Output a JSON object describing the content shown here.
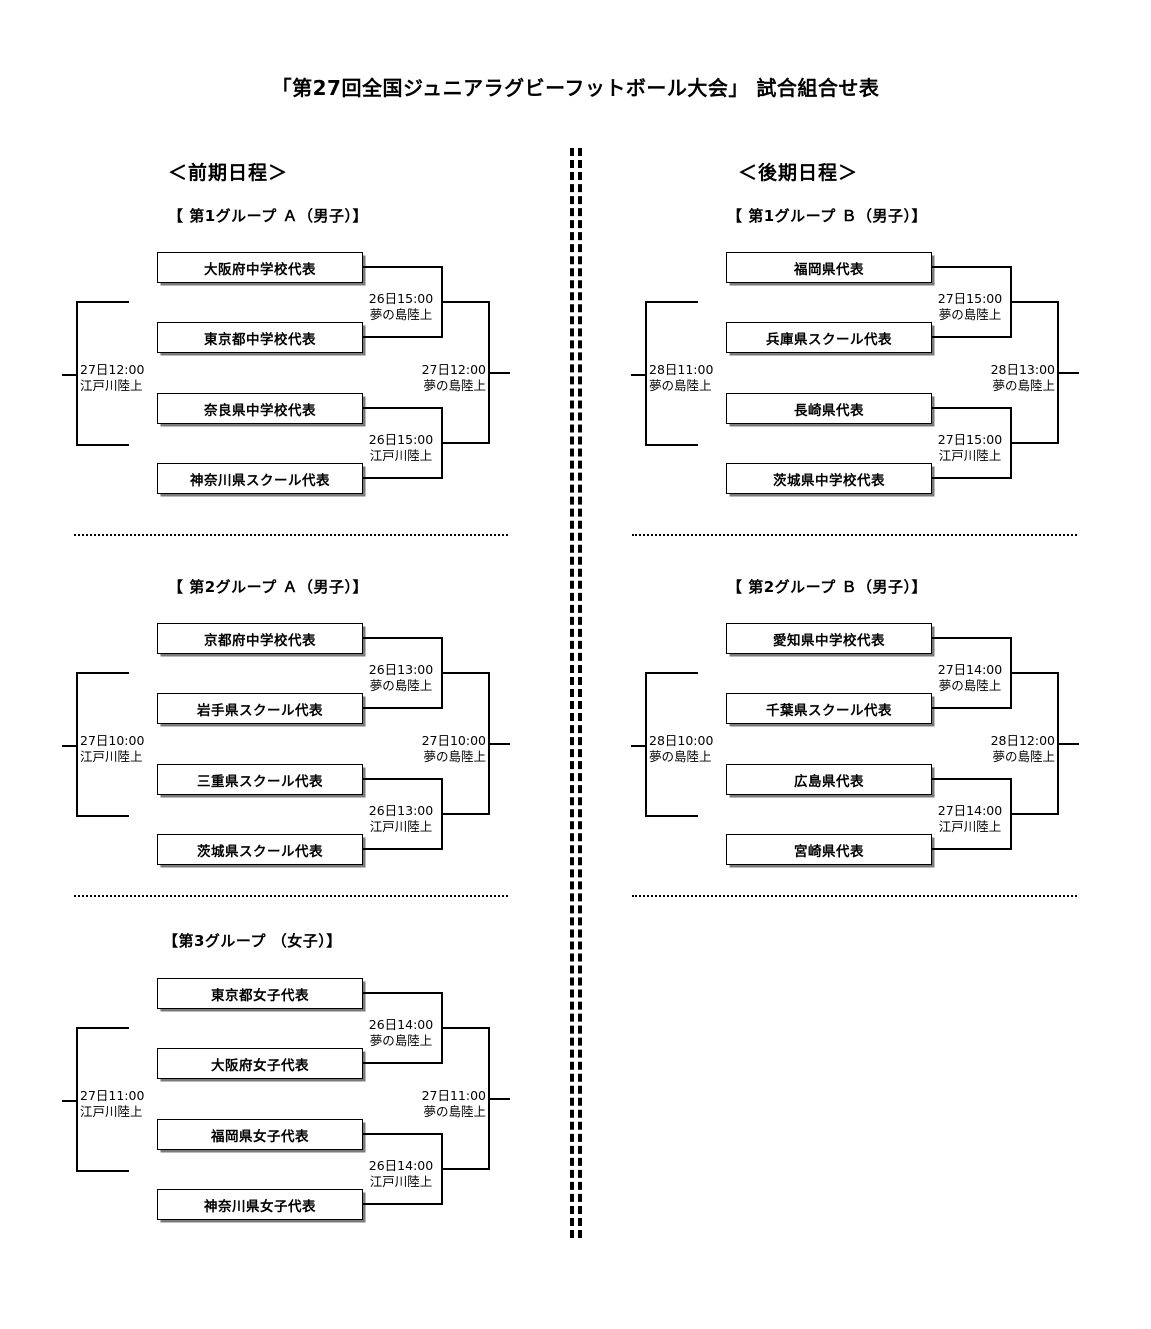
{
  "document": {
    "title": "「第27回全国ジュニアラグビーフットボール大会」 試合組合せ表"
  },
  "columns": [
    {
      "heading": "＜前期日程＞",
      "groups": [
        {
          "title": "【 第1グループ Ａ（男子）】",
          "teams": [
            "大阪府中学校代表",
            "東京都中学校代表",
            "奈良県中学校代表",
            "神奈川県スクール代表"
          ],
          "semifinals": [
            {
              "date": "26日15:00",
              "venue": "夢の島陸上"
            },
            {
              "date": "26日15:00",
              "venue": "江戸川陸上"
            }
          ],
          "final": {
            "date": "27日12:00",
            "venue": "夢の島陸上"
          },
          "left_match": {
            "date": "27日12:00",
            "venue": "江戸川陸上"
          }
        },
        {
          "title": "【 第2グループ Ａ（男子）】",
          "teams": [
            "京都府中学校代表",
            "岩手県スクール代表",
            "三重県スクール代表",
            "茨城県スクール代表"
          ],
          "semifinals": [
            {
              "date": "26日13:00",
              "venue": "夢の島陸上"
            },
            {
              "date": "26日13:00",
              "venue": "江戸川陸上"
            }
          ],
          "final": {
            "date": "27日10:00",
            "venue": "夢の島陸上"
          },
          "left_match": {
            "date": "27日10:00",
            "venue": "江戸川陸上"
          }
        },
        {
          "title": "【第3グループ （女子）】",
          "teams": [
            "東京都女子代表",
            "大阪府女子代表",
            "福岡県女子代表",
            "神奈川県女子代表"
          ],
          "semifinals": [
            {
              "date": "26日14:00",
              "venue": "夢の島陸上"
            },
            {
              "date": "26日14:00",
              "venue": "江戸川陸上"
            }
          ],
          "final": {
            "date": "27日11:00",
            "venue": "夢の島陸上"
          },
          "left_match": {
            "date": "27日11:00",
            "venue": "江戸川陸上"
          }
        }
      ]
    },
    {
      "heading": "＜後期日程＞",
      "groups": [
        {
          "title": "【 第1グループ Ｂ（男子）】",
          "teams": [
            "福岡県代表",
            "兵庫県スクール代表",
            "長崎県代表",
            "茨城県中学校代表"
          ],
          "semifinals": [
            {
              "date": "27日15:00",
              "venue": "夢の島陸上"
            },
            {
              "date": "27日15:00",
              "venue": "江戸川陸上"
            }
          ],
          "final": {
            "date": "28日13:00",
            "venue": "夢の島陸上"
          },
          "left_match": {
            "date": "28日11:00",
            "venue": "夢の島陸上"
          }
        },
        {
          "title": "【 第2グループ Ｂ（男子）】",
          "teams": [
            "愛知県中学校代表",
            "千葉県スクール代表",
            "広島県代表",
            "宮崎県代表"
          ],
          "semifinals": [
            {
              "date": "27日14:00",
              "venue": "夢の島陸上"
            },
            {
              "date": "27日14:00",
              "venue": "江戸川陸上"
            }
          ],
          "final": {
            "date": "28日12:00",
            "venue": "夢の島陸上"
          },
          "left_match": {
            "date": "28日10:00",
            "venue": "夢の島陸上"
          }
        }
      ]
    }
  ]
}
